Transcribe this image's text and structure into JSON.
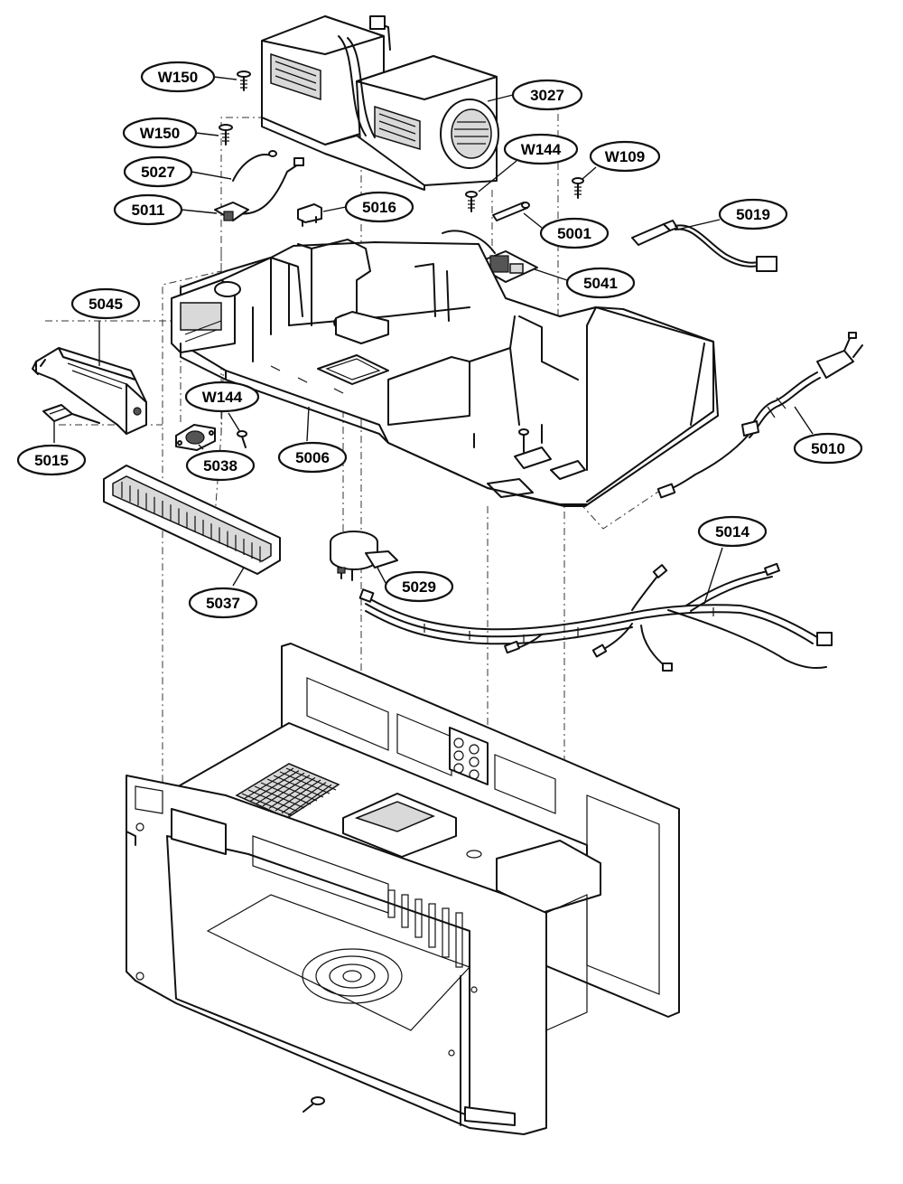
{
  "labels": {
    "w150_top": "W150",
    "w150_mid": "W150",
    "p3027": "3027",
    "w144_top": "W144",
    "w109": "W109",
    "p5027": "5027",
    "p5011": "5011",
    "p5016": "5016",
    "p5001": "5001",
    "p5019": "5019",
    "p5041": "5041",
    "p5045": "5045",
    "w144_mid": "W144",
    "p5010": "5010",
    "p5015": "5015",
    "p5038": "5038",
    "p5006": "5006",
    "p5014": "5014",
    "p5029": "5029",
    "p5037": "5037"
  }
}
